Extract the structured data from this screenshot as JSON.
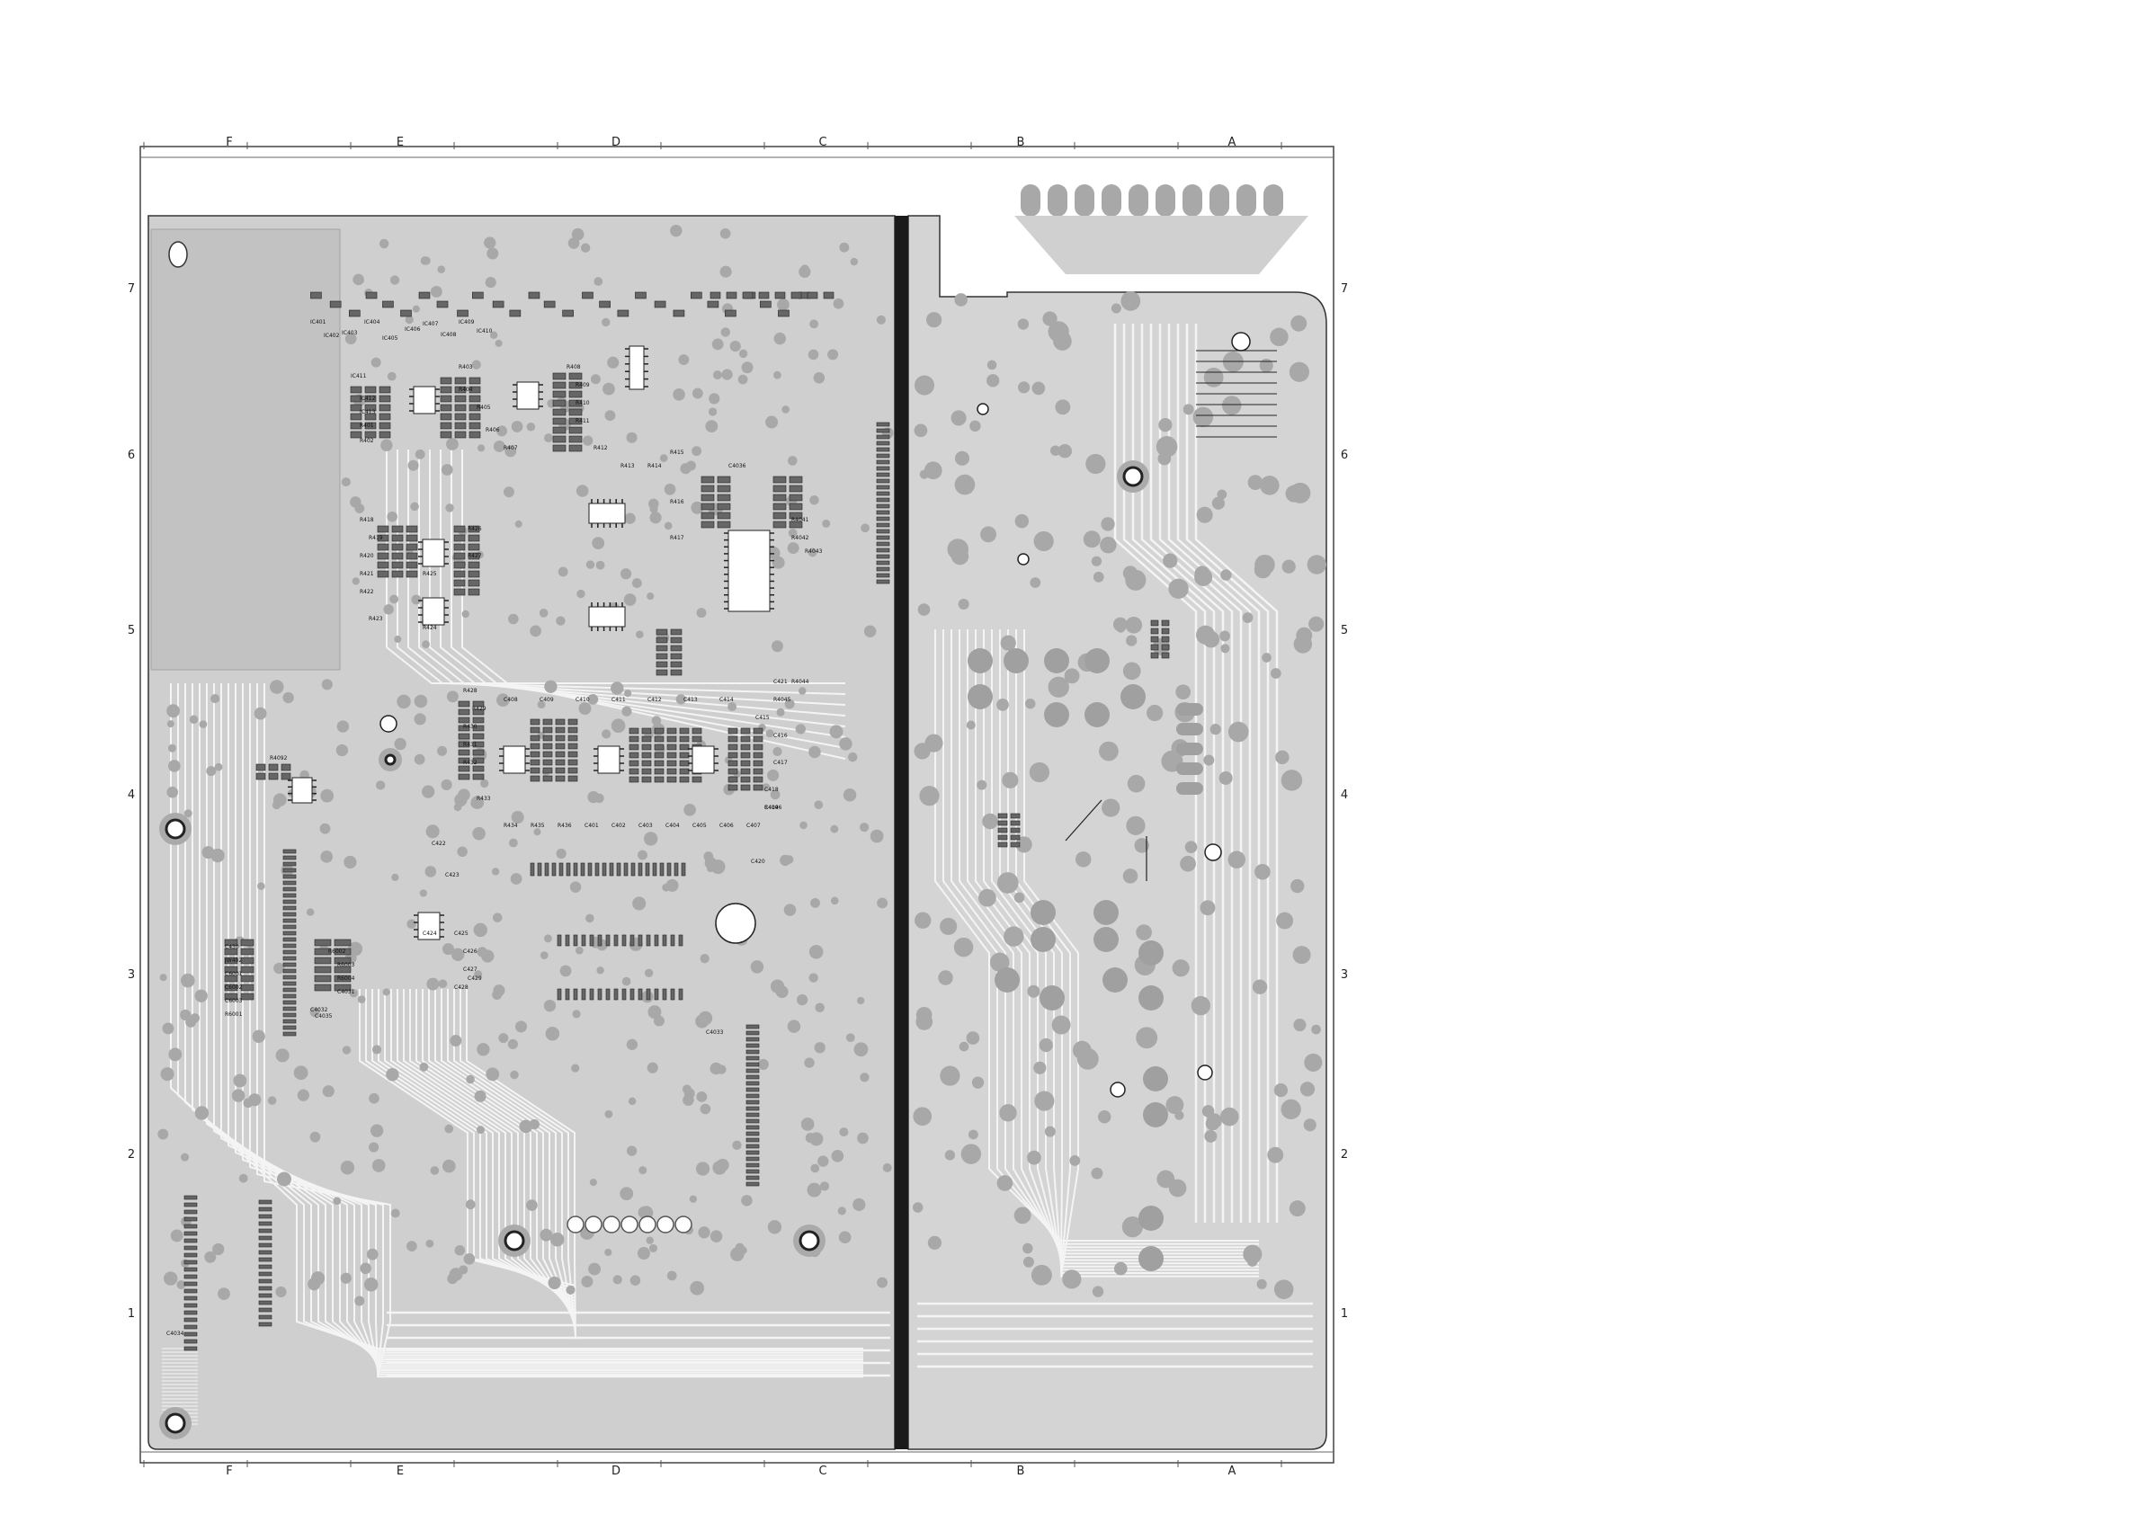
{
  "board": {
    "columns_top": [
      "F",
      "E",
      "D",
      "C",
      "B",
      "A"
    ],
    "columns_bottom": [
      "F",
      "E",
      "D",
      "C",
      "B",
      "A"
    ],
    "rows_left": [
      "7",
      "6",
      "5",
      "4",
      "3",
      "2",
      "1"
    ],
    "rows_right": [
      "7",
      "6",
      "5",
      "4",
      "3",
      "2",
      "1"
    ],
    "colors": {
      "copper": "#c9c9c9",
      "copper_dark": "#9a9a9a",
      "pad": "#a8a8a8",
      "component": "#555555",
      "outline": "#444444",
      "divider": "#1a1a1a"
    },
    "component_labels": [
      "IC401",
      "IC402",
      "IC403",
      "IC404",
      "IC405",
      "IC406",
      "IC407",
      "IC408",
      "IC409",
      "IC410",
      "IC411",
      "IC412",
      "IC413",
      "R401",
      "R402",
      "R403",
      "R404",
      "R405",
      "R406",
      "R407",
      "R408",
      "R409",
      "R410",
      "R411",
      "R412",
      "R413",
      "R414",
      "R415",
      "R416",
      "R417",
      "R418",
      "R419",
      "R420",
      "R421",
      "R422",
      "R423",
      "R424",
      "R425",
      "R426",
      "R427",
      "R428",
      "R429",
      "R430",
      "R431",
      "R432",
      "R433",
      "R434",
      "R435",
      "R436",
      "C401",
      "C402",
      "C403",
      "C404",
      "C405",
      "C406",
      "C407",
      "C408",
      "C409",
      "C410",
      "C411",
      "C412",
      "C413",
      "C414",
      "C415",
      "C416",
      "C417",
      "C418",
      "C419",
      "C420",
      "C421",
      "C422",
      "C423",
      "C424",
      "C425",
      "C426",
      "C427",
      "C428",
      "C429",
      "C430",
      "JW402",
      "C6001",
      "C6002",
      "C6003",
      "R6001",
      "R6002",
      "R6003",
      "R6004",
      "C4031",
      "C4032",
      "C4033",
      "C4034",
      "C4035",
      "C4036",
      "R4041",
      "R4042",
      "R4043",
      "R4044",
      "R4045",
      "R4046",
      "R4092"
    ]
  }
}
